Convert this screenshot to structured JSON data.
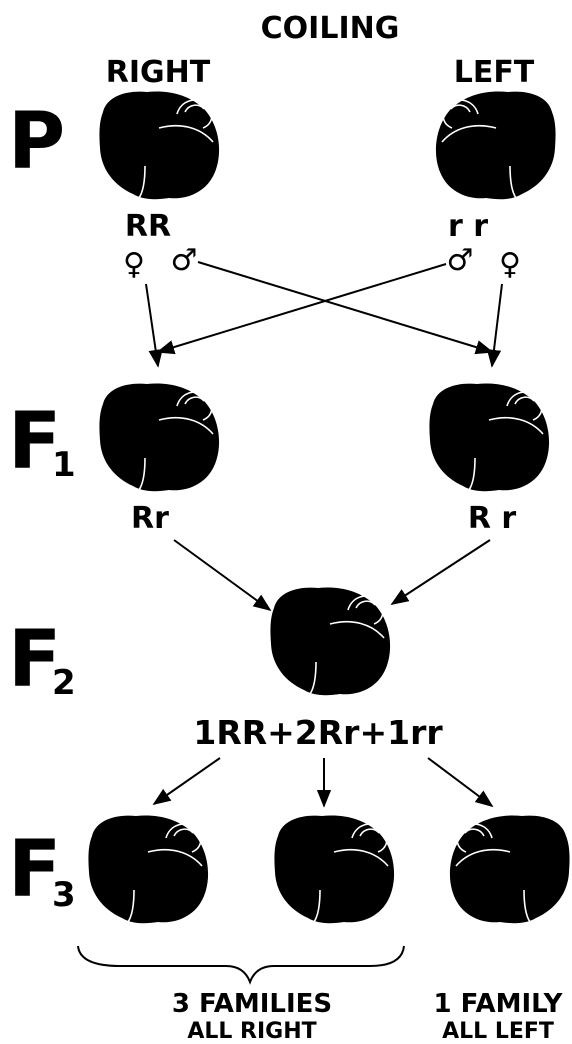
{
  "header": {
    "title": "COILING",
    "right_label": "RIGHT",
    "left_label": "LEFT"
  },
  "generations": {
    "p": "P",
    "f1_letter": "F",
    "f1_sub": "1",
    "f2_letter": "F",
    "f2_sub": "2",
    "f3_letter": "F",
    "f3_sub": "3"
  },
  "p_cross": {
    "right_genotype": "RR",
    "left_genotype": "r r",
    "female_symbol": "♀",
    "male_symbol": "♂"
  },
  "f1": {
    "right_genotype": "Rr",
    "left_genotype": "R r"
  },
  "f2": {
    "ratio": "1RR+2Rr+1rr"
  },
  "f3": {
    "right_families": "3 FAMILIES",
    "right_families_desc": "ALL RIGHT",
    "left_families": "1 FAMILY",
    "left_families_desc": "ALL LEFT"
  },
  "colors": {
    "ink": "#000000",
    "background": "#ffffff"
  }
}
